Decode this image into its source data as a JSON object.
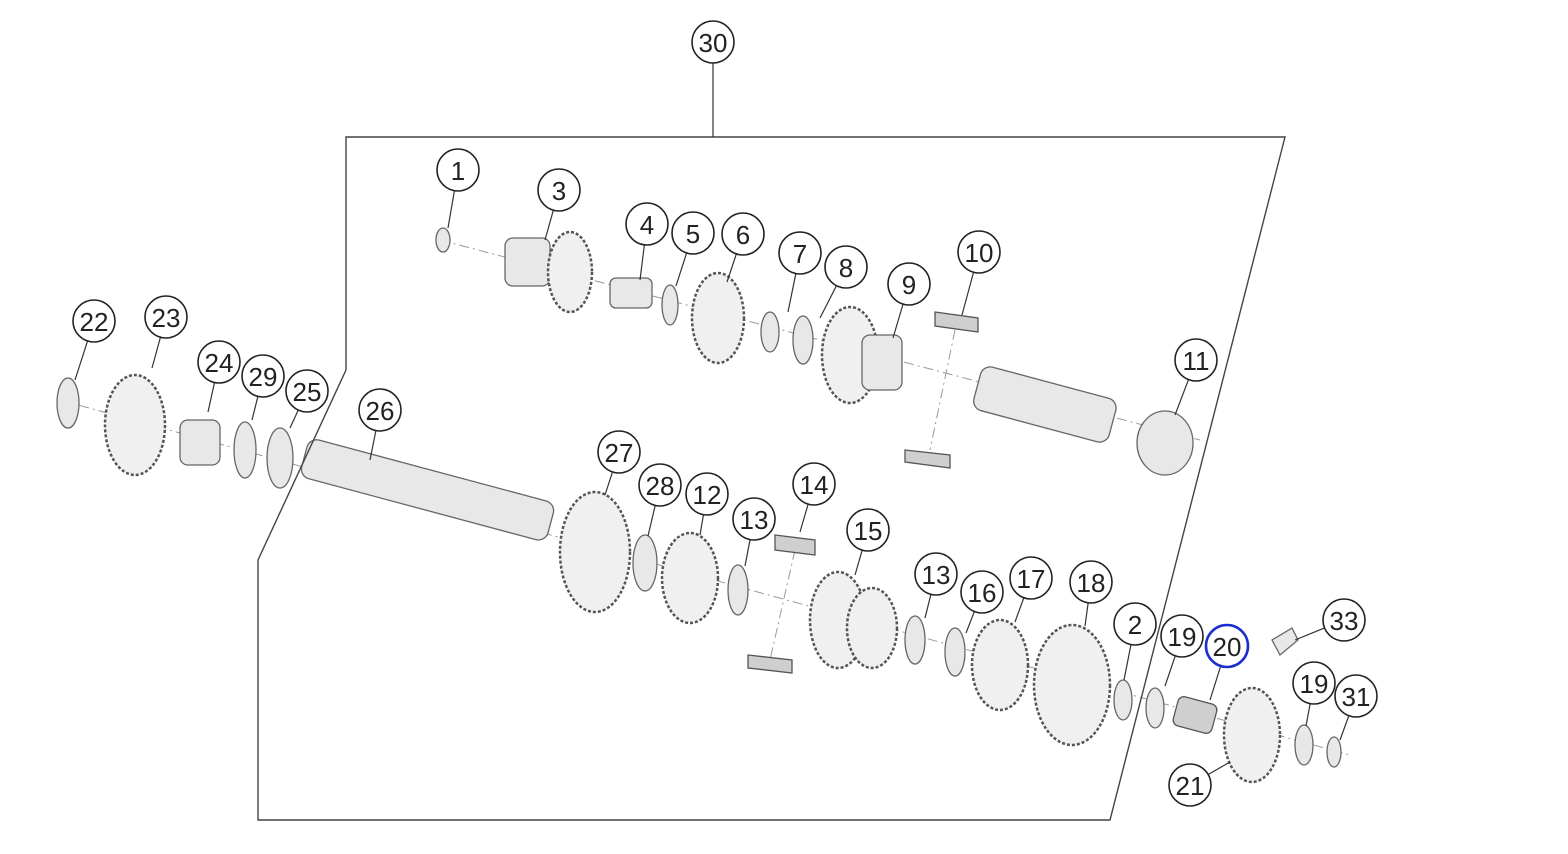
{
  "diagram": {
    "title": "Transmission exploded view",
    "highlight_color": "#1a2fd0",
    "callouts": [
      {
        "label": "30",
        "part": "assembly"
      },
      {
        "label": "1",
        "part": "circlip"
      },
      {
        "label": "3",
        "part": "gear"
      },
      {
        "label": "4",
        "part": "bushing"
      },
      {
        "label": "5",
        "part": "washer"
      },
      {
        "label": "6",
        "part": "gear"
      },
      {
        "label": "7",
        "part": "circlip"
      },
      {
        "label": "8",
        "part": "washer"
      },
      {
        "label": "9",
        "part": "gear"
      },
      {
        "label": "10",
        "part": "needle-bearing"
      },
      {
        "label": "11",
        "part": "main-shaft"
      },
      {
        "label": "22",
        "part": "circlip"
      },
      {
        "label": "23",
        "part": "sprocket"
      },
      {
        "label": "24",
        "part": "bushing"
      },
      {
        "label": "29",
        "part": "o-ring"
      },
      {
        "label": "25",
        "part": "washer"
      },
      {
        "label": "26",
        "part": "countershaft"
      },
      {
        "label": "27",
        "part": "gear"
      },
      {
        "label": "28",
        "part": "washer"
      },
      {
        "label": "12",
        "part": "gear"
      },
      {
        "label": "13",
        "part": "circlip"
      },
      {
        "label": "14",
        "part": "needle-bearing"
      },
      {
        "label": "15",
        "part": "gear"
      },
      {
        "label": "13",
        "part": "circlip"
      },
      {
        "label": "16",
        "part": "washer"
      },
      {
        "label": "17",
        "part": "gear"
      },
      {
        "label": "18",
        "part": "gear"
      },
      {
        "label": "2",
        "part": "washer"
      },
      {
        "label": "19",
        "part": "washer"
      },
      {
        "label": "20",
        "part": "needle-bearing",
        "highlighted": true
      },
      {
        "label": "33",
        "part": "pin"
      },
      {
        "label": "19",
        "part": "washer"
      },
      {
        "label": "31",
        "part": "circlip"
      },
      {
        "label": "21",
        "part": "gear"
      }
    ]
  }
}
